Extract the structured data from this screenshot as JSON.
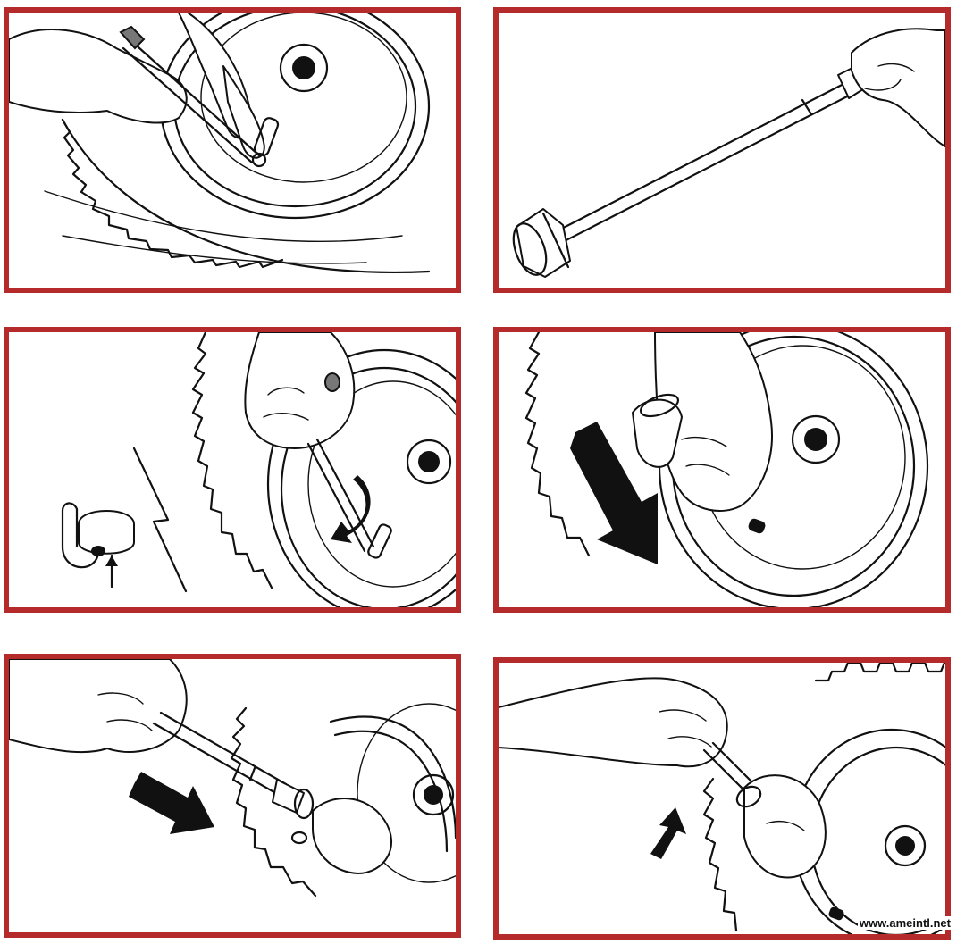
{
  "frame_color": "#b52a2a",
  "watermark": {
    "text": "www.ameintl.net"
  },
  "panels": [
    {
      "id": "p1",
      "icon": "valve-core-removal"
    },
    {
      "id": "p2",
      "icon": "injector-tool"
    },
    {
      "id": "p3",
      "icon": "valve-core-unscrew"
    },
    {
      "id": "p4",
      "icon": "bottle-insert-down"
    },
    {
      "id": "p5",
      "icon": "pump-into-valve"
    },
    {
      "id": "p6",
      "icon": "tool-withdraw-up"
    }
  ]
}
